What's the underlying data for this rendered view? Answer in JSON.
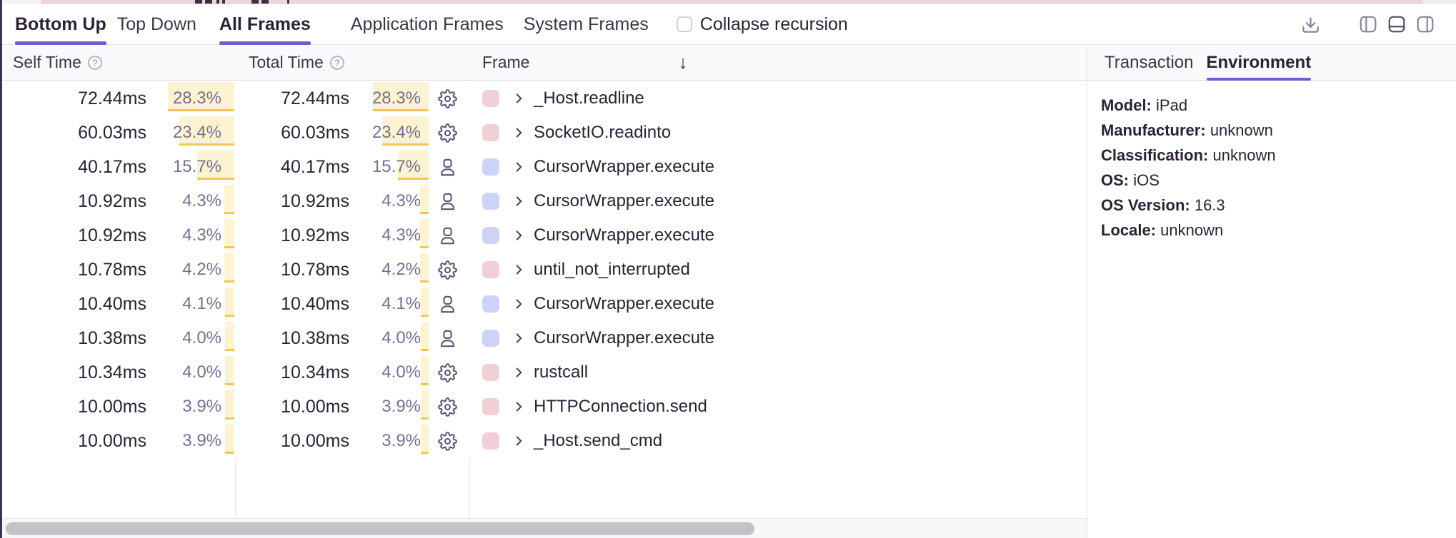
{
  "toolbar": {
    "tabs": [
      {
        "label": "Bottom Up",
        "active": true
      },
      {
        "label": "Top Down",
        "active": false
      }
    ],
    "frame_filters": [
      {
        "label": "All Frames",
        "active": true
      },
      {
        "label": "Application Frames",
        "active": false
      },
      {
        "label": "System Frames",
        "active": false
      }
    ],
    "collapse_recursion": {
      "label": "Collapse recursion",
      "checked": false
    },
    "icons": [
      "download-icon",
      "dock-left-icon",
      "dock-bottom-icon",
      "dock-right-icon"
    ]
  },
  "table": {
    "columns": {
      "self_time": "Self Time",
      "total_time": "Total Time",
      "frame": "Frame"
    },
    "sort": {
      "column": "total_time",
      "direction": "desc",
      "arrow": "↓"
    },
    "rows": [
      {
        "self_time": "72.44ms",
        "self_pct": "28.3%",
        "total_time": "72.44ms",
        "total_pct": "28.3%",
        "pct": 28.3,
        "kind": "system",
        "icon": "gear",
        "name": "_Host.readline"
      },
      {
        "self_time": "60.03ms",
        "self_pct": "23.4%",
        "total_time": "60.03ms",
        "total_pct": "23.4%",
        "pct": 23.4,
        "kind": "system",
        "icon": "gear",
        "name": "SocketIO.readinto"
      },
      {
        "self_time": "40.17ms",
        "self_pct": "15.7%",
        "total_time": "40.17ms",
        "total_pct": "15.7%",
        "pct": 15.7,
        "kind": "application",
        "icon": "person",
        "name": "CursorWrapper.execute"
      },
      {
        "self_time": "10.92ms",
        "self_pct": "4.3%",
        "total_time": "10.92ms",
        "total_pct": "4.3%",
        "pct": 4.3,
        "kind": "application",
        "icon": "person",
        "name": "CursorWrapper.execute"
      },
      {
        "self_time": "10.92ms",
        "self_pct": "4.3%",
        "total_time": "10.92ms",
        "total_pct": "4.3%",
        "pct": 4.3,
        "kind": "application",
        "icon": "person",
        "name": "CursorWrapper.execute"
      },
      {
        "self_time": "10.78ms",
        "self_pct": "4.2%",
        "total_time": "10.78ms",
        "total_pct": "4.2%",
        "pct": 4.2,
        "kind": "system",
        "icon": "gear",
        "name": "until_not_interrupted"
      },
      {
        "self_time": "10.40ms",
        "self_pct": "4.1%",
        "total_time": "10.40ms",
        "total_pct": "4.1%",
        "pct": 4.1,
        "kind": "application",
        "icon": "person",
        "name": "CursorWrapper.execute"
      },
      {
        "self_time": "10.38ms",
        "self_pct": "4.0%",
        "total_time": "10.38ms",
        "total_pct": "4.0%",
        "pct": 4.0,
        "kind": "application",
        "icon": "person",
        "name": "CursorWrapper.execute"
      },
      {
        "self_time": "10.34ms",
        "self_pct": "4.0%",
        "total_time": "10.34ms",
        "total_pct": "4.0%",
        "pct": 4.0,
        "kind": "system",
        "icon": "gear",
        "name": "rustcall"
      },
      {
        "self_time": "10.00ms",
        "self_pct": "3.9%",
        "total_time": "10.00ms",
        "total_pct": "3.9%",
        "pct": 3.9,
        "kind": "system",
        "icon": "gear",
        "name": "HTTPConnection.send"
      },
      {
        "self_time": "10.00ms",
        "self_pct": "3.9%",
        "total_time": "10.00ms",
        "total_pct": "3.9%",
        "pct": 3.9,
        "kind": "system",
        "icon": "gear",
        "name": "_Host.send_cmd"
      }
    ],
    "help_glyph": "?"
  },
  "panel": {
    "tabs": [
      {
        "label": "Transaction",
        "active": false
      },
      {
        "label": "Environment",
        "active": true
      }
    ],
    "environment": [
      {
        "label": "Model:",
        "value": "iPad"
      },
      {
        "label": "Manufacturer:",
        "value": "unknown"
      },
      {
        "label": "Classification:",
        "value": "unknown"
      },
      {
        "label": "OS:",
        "value": "iOS"
      },
      {
        "label": "OS Version:",
        "value": "16.3"
      },
      {
        "label": "Locale:",
        "value": "unknown"
      }
    ]
  },
  "colors": {
    "accent_purple": "#6C5FC7",
    "system_frame_swatch": "#F1CFD6",
    "application_frame_swatch": "#CCD3F7",
    "percent_bar_fill": "#FCF3D3",
    "percent_bar_border": "#EFC94F",
    "flame_strip_pink": "#EDD5DB"
  }
}
